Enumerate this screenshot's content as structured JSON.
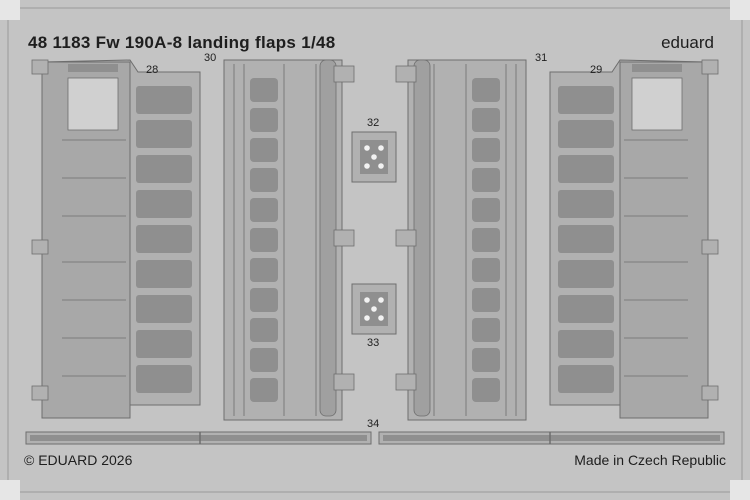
{
  "sheet": {
    "title": "48 1183  Fw 190A-8 landing flaps  1/48",
    "brand": "eduard",
    "copyright": "© EDUARD 2026",
    "origin": "Made in Czech Republic",
    "part_numbers": [
      "28",
      "29",
      "30",
      "31",
      "32",
      "33",
      "34"
    ]
  },
  "colors": {
    "fret": "#c4c4c4",
    "part": "#b1b1b1",
    "etch": "#8f8f8f",
    "line": "#6e6e6e",
    "hole": "#f2f2f2"
  }
}
